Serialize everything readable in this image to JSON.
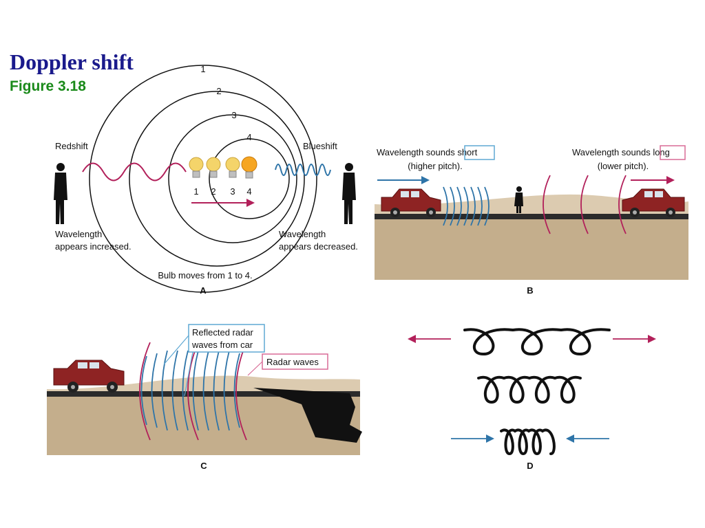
{
  "title": "Doppler shift",
  "subtitle": "Figure 3.18",
  "colors": {
    "title": "#1a1a8c",
    "subtitle": "#1a8a1a",
    "red_wave": "#b2205a",
    "blue_wave": "#2e74a8",
    "ground": "#c4ae8c",
    "car": "#8e2323"
  },
  "panel_a": {
    "label": "A",
    "ring_numbers": [
      "1",
      "2",
      "3",
      "4"
    ],
    "redshift": "Redshift",
    "blueshift": "Blueshift",
    "bulb_numbers": [
      "1",
      "2",
      "3",
      "4"
    ],
    "left_caption": [
      "Wavelength",
      "appears increased."
    ],
    "right_caption": [
      "Wavelength",
      "appears decreased."
    ],
    "bottom_caption": "Bulb moves from 1 to 4."
  },
  "panel_b": {
    "label": "B",
    "left_caption": {
      "line1_prefix": "Wavelength sounds ",
      "line1_boxed": "short",
      "line2": "(higher pitch)."
    },
    "right_caption": {
      "line1_prefix": "Wavelength sounds ",
      "line1_boxed": "long",
      "line2": "(lower pitch)."
    }
  },
  "panel_c": {
    "label": "C",
    "reflected_caption": [
      "Reflected radar",
      "waves from car"
    ],
    "radar_caption": "Radar waves"
  },
  "panel_d": {
    "label": "D"
  }
}
